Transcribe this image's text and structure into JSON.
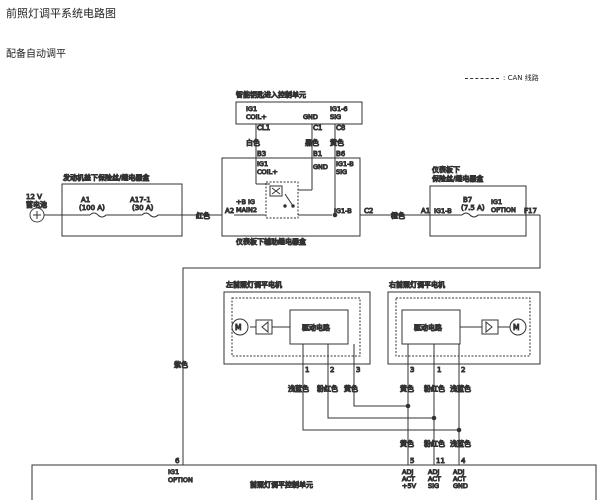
{
  "page": {
    "title": "前照灯调平系统电路图",
    "subtitle": "配备自动调平",
    "legend_text": ": CAN 线路"
  },
  "battery": {
    "voltage": "12 V",
    "name": "蓄电池"
  },
  "engine_fuse_box": {
    "title": "发动机盖下保险丝/继电器盒",
    "fuse1": "A1",
    "fuse1_rating": "(100 A)",
    "fuse2": "A17-1",
    "fuse2_rating": "(30 A)"
  },
  "wire_colors": {
    "red": "红色",
    "white": "白色",
    "black": "黑色",
    "yellow": "黄色",
    "orange": "橙色",
    "light_blue": "浅蓝色",
    "pink": "粉红色",
    "purple": "紫色"
  },
  "smart_entry": {
    "title": "智能钥匙进入控制单元",
    "ig1_label": "IG1",
    "coil_label": "COIL+",
    "gnd_label": "GND",
    "ig1_6_label": "IG1-6",
    "sig_label": "SIG",
    "pin_cl1": "CL1",
    "pin_c1": "C1",
    "pin_c8": "C8"
  },
  "relay_box": {
    "title": "仪表板下辅助继电器盒",
    "pin_a2": "A2",
    "pin_b3": "B3",
    "pin_b1": "B1",
    "pin_b6": "B6",
    "pin_c2": "C2",
    "plus_b_ig": "+B IG",
    "main2": "MAIN2",
    "ig1_coil_a": "IG1",
    "ig1_coil_b": "COIL+",
    "gnd": "GND",
    "ig1b": "IG1-B",
    "sig": "SIG",
    "ig1b_out": "IG1-B"
  },
  "dash_fuse_box": {
    "title_line1": "仪表板下",
    "title_line2": "保险丝/继电器盒",
    "pin_a1": "A1",
    "ig1b": "IG1-B",
    "fuse": "B7",
    "fuse_rating": "(7.5 A)",
    "ig1_label": "IG1",
    "option_label": "OPTION",
    "pin_f17": "F17"
  },
  "left_motor": {
    "title": "左前照灯调平电机",
    "motor_symbol": "M",
    "driver": "驱动电路",
    "pin1": "1",
    "pin2": "2",
    "pin3": "3"
  },
  "right_motor": {
    "title": "右前照灯调平电机",
    "motor_symbol": "M",
    "driver": "驱动电路",
    "pin1": "3",
    "pin2": "1",
    "pin3": "2"
  },
  "control_unit": {
    "title": "前照灯调平控制单元",
    "pin6": "6",
    "ig1_label": "IG1",
    "option_label": "OPTION",
    "pin5": "5",
    "pin11": "11",
    "pin4": "4",
    "adj1_a": "ADJ",
    "adj1_b": "ACT",
    "adj1_c": "+5V",
    "adj2_a": "ADJ",
    "adj2_b": "ACT",
    "adj2_c": "SIG",
    "adj3_a": "ADJ",
    "adj3_b": "ACT",
    "adj3_c": "GND"
  }
}
